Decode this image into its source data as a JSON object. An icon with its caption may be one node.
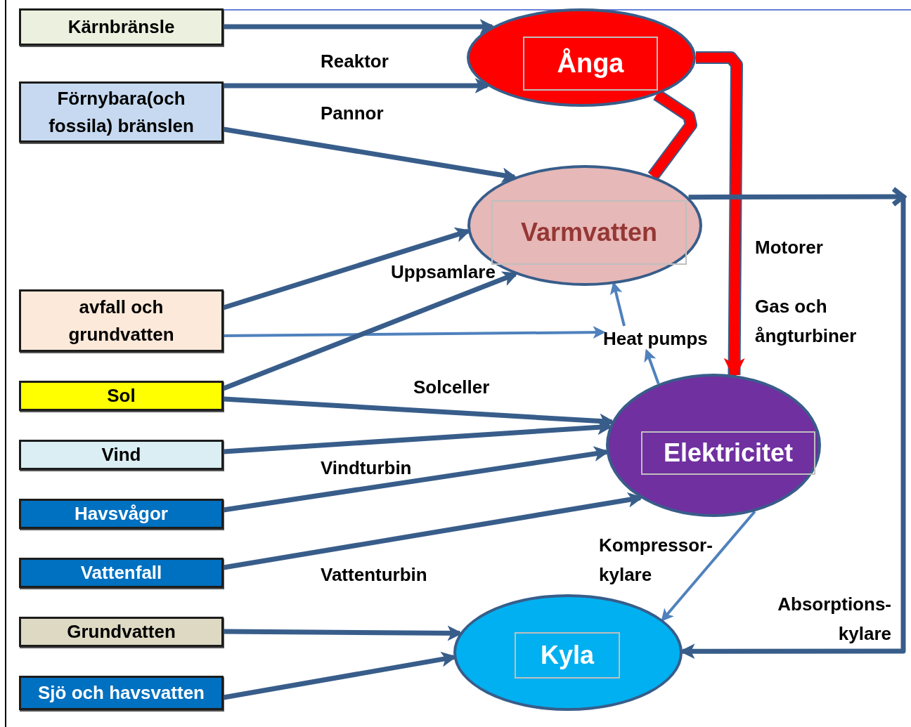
{
  "diagram": {
    "nodes": [
      {
        "text": [
          "Kärnbränsle"
        ]
      },
      {
        "text": [
          "Förnybara(och fossila) bränslen"
        ]
      },
      {
        "text": [
          "avfall och grundvatten"
        ]
      },
      {
        "text": [
          "Sol"
        ]
      },
      {
        "text": [
          "Vind"
        ]
      },
      {
        "text": [
          "Havsvågor"
        ]
      },
      {
        "text": [
          "Vattenfall"
        ]
      },
      {
        "text": [
          "Grundvatten"
        ]
      },
      {
        "text": [
          "Sjö och havsvatten"
        ]
      },
      {
        "text": [
          "Ånga"
        ]
      },
      {
        "text": [
          "Varmvatten"
        ]
      },
      {
        "text": [
          "Heat pumps"
        ]
      },
      {
        "text": [
          "Elektricitet"
        ]
      },
      {
        "text": [
          "Kyla"
        ]
      }
    ],
    "edges": [
      {
        "from": 0,
        "to": 9,
        "arrow": "to",
        "label": "Reaktor"
      },
      {
        "from": 1,
        "to": 9,
        "arrow": "to"
      },
      {
        "from": 1,
        "to": 10,
        "arrow": "to",
        "label": "Pannor"
      },
      {
        "from": 2,
        "to": 10,
        "arrow": "to"
      },
      {
        "from": 2,
        "to": 11,
        "arrow": "to",
        "color": "#4f81bd"
      },
      {
        "from": 3,
        "to": 10,
        "arrow": "to",
        "label": "Uppsamlare"
      },
      {
        "from": 3,
        "to": 12,
        "arrow": "to",
        "label": "Solceller"
      },
      {
        "from": 4,
        "to": 12,
        "arrow": "to",
        "label": "Vindturbin"
      },
      {
        "from": 5,
        "to": 12,
        "arrow": "to"
      },
      {
        "from": 6,
        "to": 12,
        "arrow": "to",
        "label": "Vattenturbin"
      },
      {
        "from": 7,
        "to": 13,
        "arrow": "to"
      },
      {
        "from": 8,
        "to": 13,
        "arrow": "to"
      },
      {
        "from": 9,
        "to": 10,
        "arrow": "none",
        "style": "thick",
        "color": "#ff0000"
      },
      {
        "from": 9,
        "to": 12,
        "arrow": "to",
        "style": "thick",
        "color": "#ff0000",
        "label": "Gas och ångturbiner"
      },
      {
        "from": 12,
        "to": 11,
        "arrow": "to",
        "color": "#4f81bd"
      },
      {
        "from": 11,
        "to": 10,
        "arrow": "to",
        "color": "#4f81bd"
      },
      {
        "from": 12,
        "to": 13,
        "arrow": "to",
        "color": "#4f81bd",
        "label": "Kompressor-kylare"
      },
      {
        "from": 10,
        "to": 13,
        "arrow": "to",
        "label": "Absorptions-kylare"
      }
    ],
    "labels": [
      "Motorer"
    ]
  }
}
